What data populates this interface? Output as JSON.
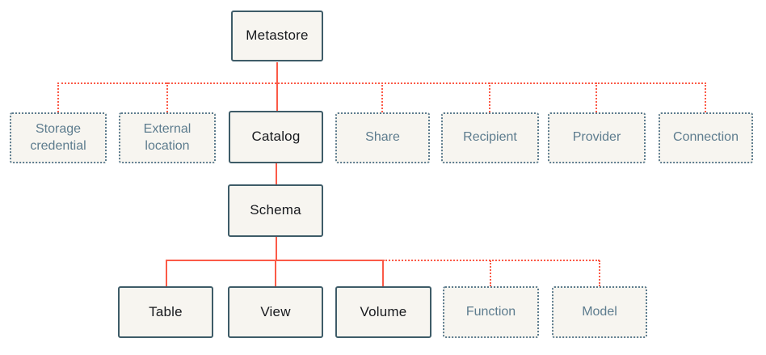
{
  "diagram": {
    "description": "Metastore object hierarchy diagram",
    "colors": {
      "connector_red": "#fb5a47",
      "solid_box_border": "#3e5c68",
      "dotted_box_border": "#5d7c8e",
      "dotted_box_text": "#5d7c8e",
      "solid_box_text": "#17191d",
      "box_fill": "#f7f5f0",
      "background": "#ffffff"
    },
    "nodes": {
      "metastore": {
        "label": "Metastore",
        "style": "solid"
      },
      "storage_credential": {
        "label": "Storage credential",
        "style": "dotted"
      },
      "external_location": {
        "label": "External location",
        "style": "dotted"
      },
      "catalog": {
        "label": "Catalog",
        "style": "solid"
      },
      "share": {
        "label": "Share",
        "style": "dotted"
      },
      "recipient": {
        "label": "Recipient",
        "style": "dotted"
      },
      "provider": {
        "label": "Provider",
        "style": "dotted"
      },
      "connection": {
        "label": "Connection",
        "style": "dotted"
      },
      "schema": {
        "label": "Schema",
        "style": "solid"
      },
      "table": {
        "label": "Table",
        "style": "solid"
      },
      "view": {
        "label": "View",
        "style": "solid"
      },
      "volume": {
        "label": "Volume",
        "style": "solid"
      },
      "function": {
        "label": "Function",
        "style": "dotted"
      },
      "model": {
        "label": "Model",
        "style": "dotted"
      }
    },
    "edges": [
      {
        "from": "metastore",
        "to": "storage_credential",
        "style": "dotted"
      },
      {
        "from": "metastore",
        "to": "external_location",
        "style": "dotted"
      },
      {
        "from": "metastore",
        "to": "catalog",
        "style": "solid"
      },
      {
        "from": "metastore",
        "to": "share",
        "style": "dotted"
      },
      {
        "from": "metastore",
        "to": "recipient",
        "style": "dotted"
      },
      {
        "from": "metastore",
        "to": "provider",
        "style": "dotted"
      },
      {
        "from": "metastore",
        "to": "connection",
        "style": "dotted"
      },
      {
        "from": "catalog",
        "to": "schema",
        "style": "solid"
      },
      {
        "from": "schema",
        "to": "table",
        "style": "solid"
      },
      {
        "from": "schema",
        "to": "view",
        "style": "solid"
      },
      {
        "from": "schema",
        "to": "volume",
        "style": "solid"
      },
      {
        "from": "schema",
        "to": "function",
        "style": "dotted"
      },
      {
        "from": "schema",
        "to": "model",
        "style": "dotted"
      }
    ]
  }
}
